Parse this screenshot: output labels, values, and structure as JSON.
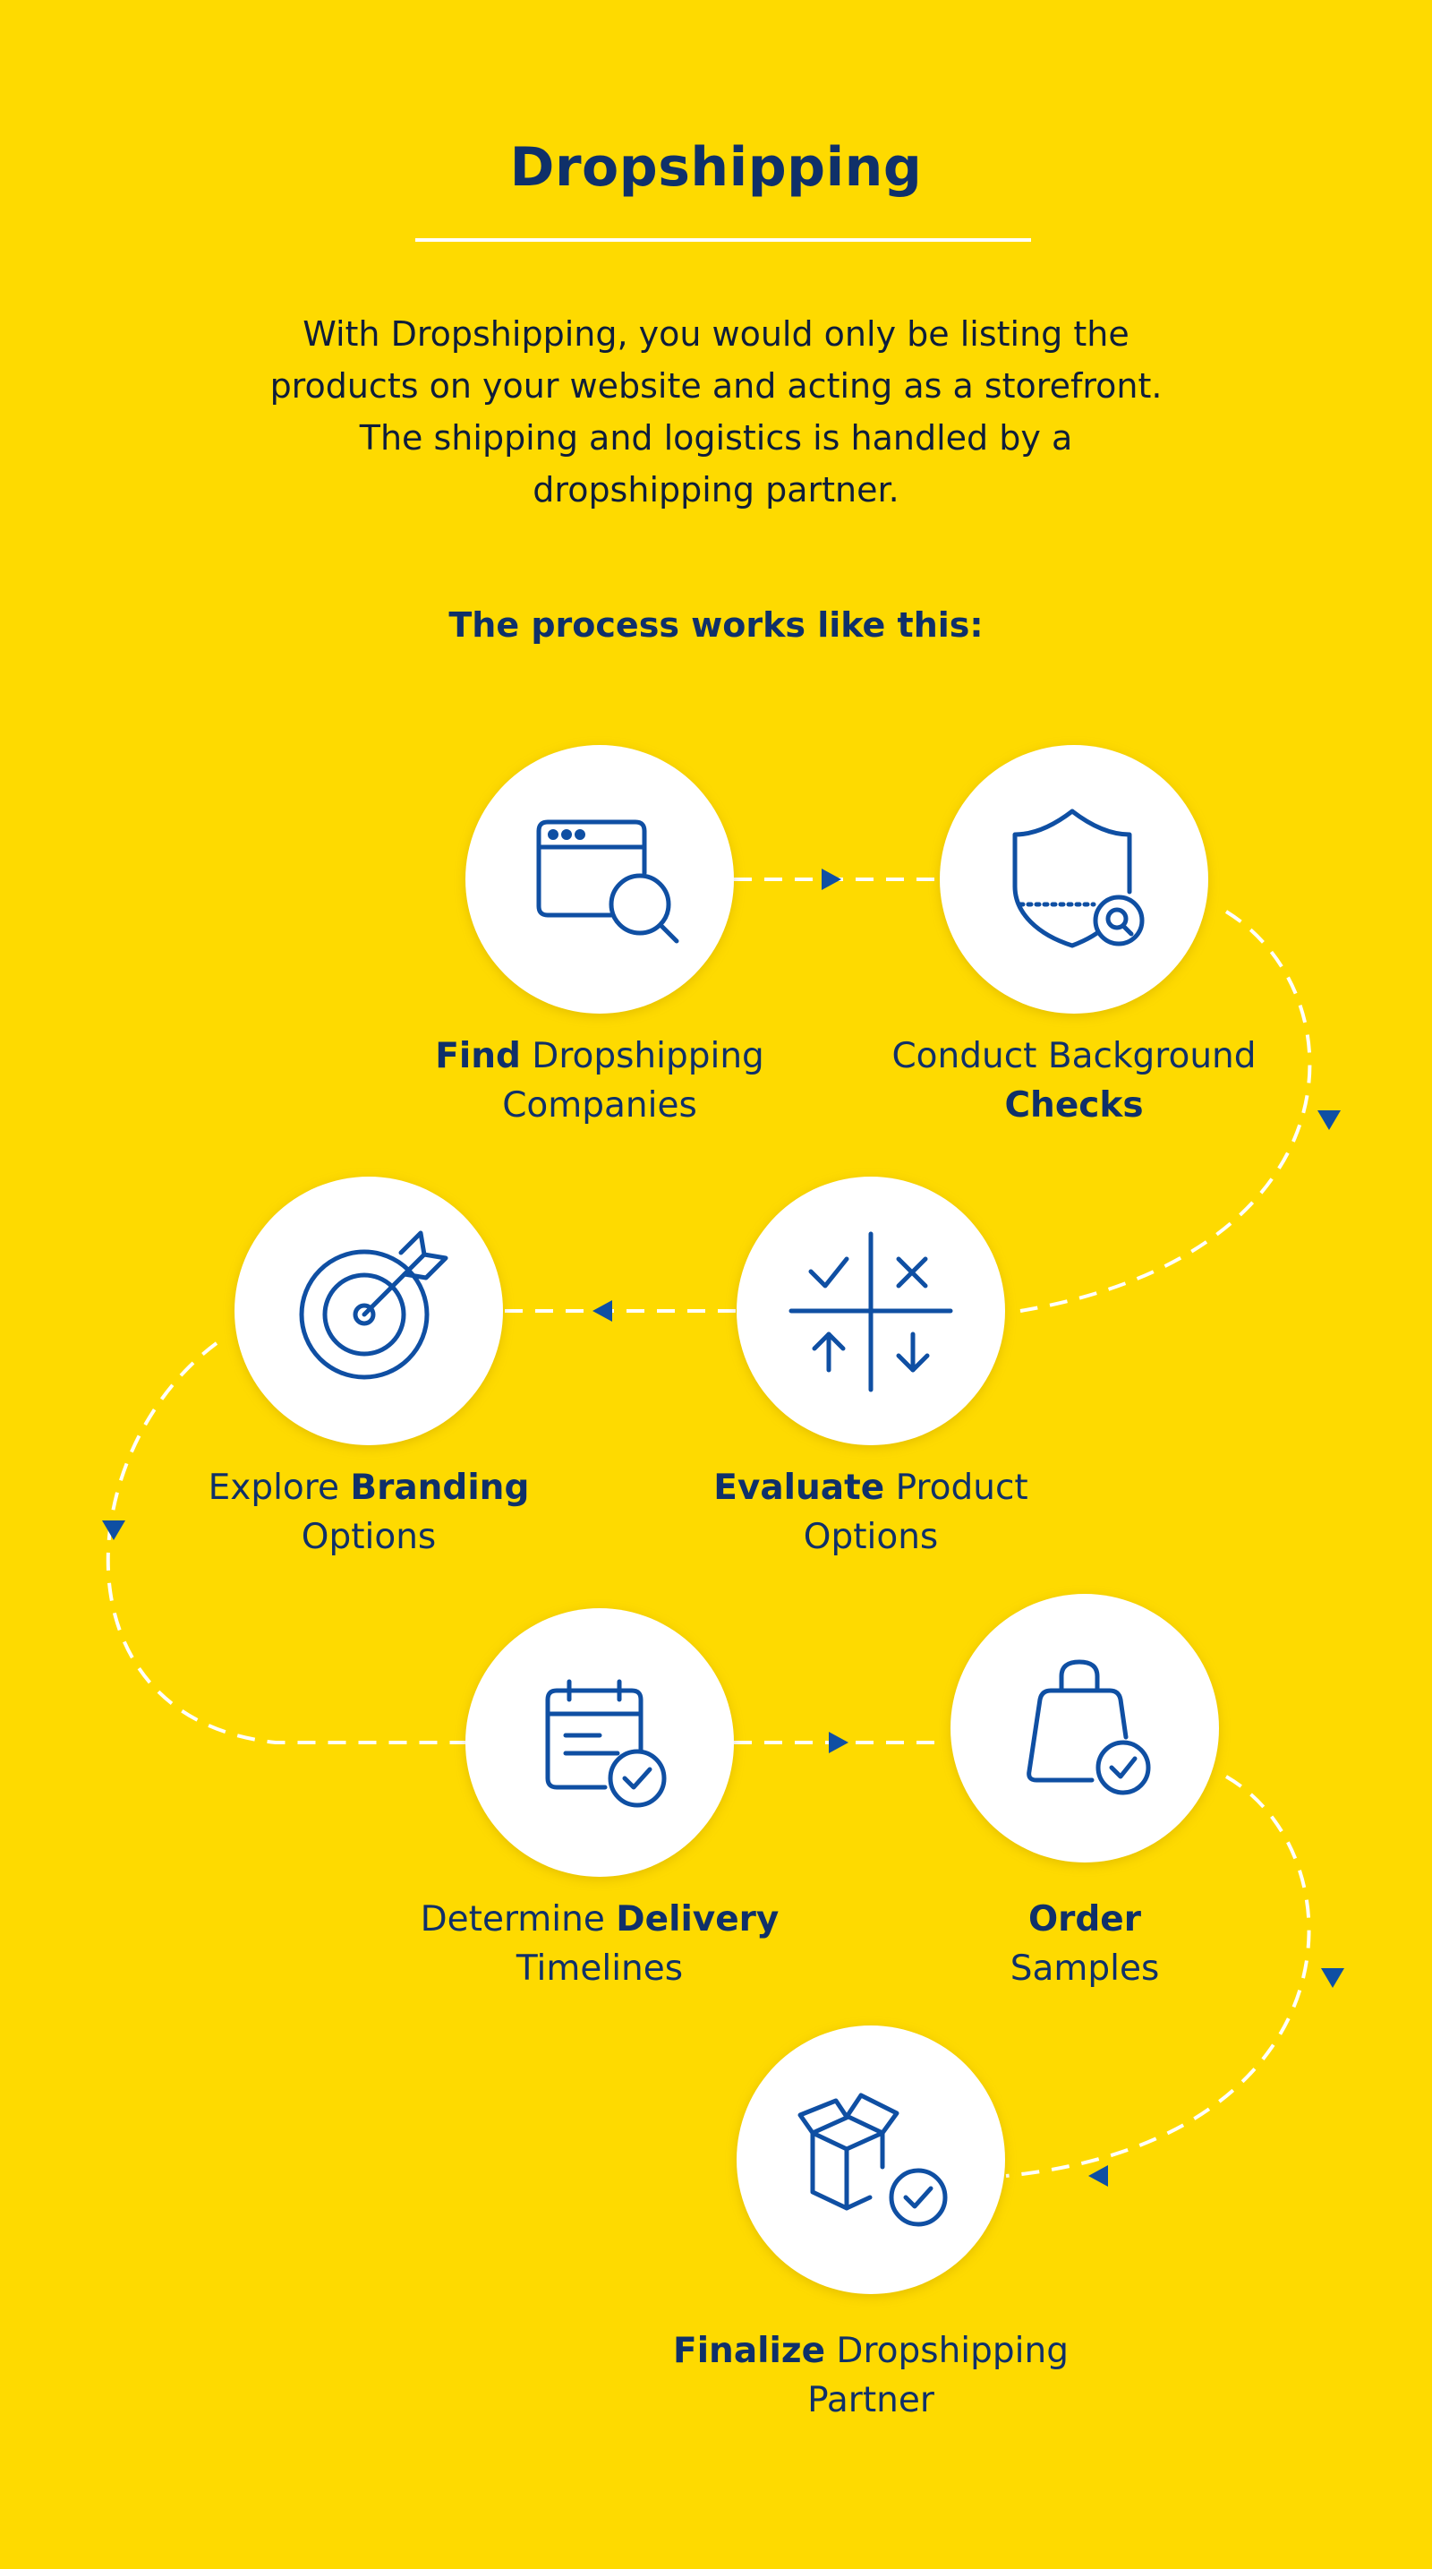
{
  "header": {
    "title": "Dropshipping",
    "intro": "With Dropshipping, you would only be listing the products on your website and acting as a storefront. The shipping and logistics is handled by a dropshipping partner.",
    "subhead": "The process works like this:"
  },
  "colors": {
    "background": "#FEDA00",
    "title": "#0F3069",
    "icon_stroke": "#0F4FA3",
    "arrow": "#0F4FA3",
    "dash": "#FFFFFF"
  },
  "steps": [
    {
      "icon": "browser-search-icon",
      "bold": "Find",
      "text1": " Dropshipping",
      "line2": "Companies",
      "bold_position": "start"
    },
    {
      "icon": "shield-search-icon",
      "line1": "Conduct Background",
      "bold2": "Checks",
      "bold_position": "line2"
    },
    {
      "icon": "evaluate-grid-icon",
      "bold": "Evaluate",
      "text1": " Product",
      "line2": "Options",
      "bold_position": "start"
    },
    {
      "icon": "target-arrow-icon",
      "pre1": "Explore ",
      "bold": "Branding",
      "line2": "Options",
      "bold_position": "end"
    },
    {
      "icon": "calendar-check-icon",
      "pre1": "Determine ",
      "bold": "Delivery",
      "line2": "Timelines",
      "bold_position": "end"
    },
    {
      "icon": "shopping-bag-check-icon",
      "bold": "Order",
      "line2": "Samples",
      "bold_position": "only"
    },
    {
      "icon": "box-check-icon",
      "bold": "Finalize",
      "text1": " Dropshipping",
      "line2": "Partner",
      "bold_position": "start"
    }
  ]
}
